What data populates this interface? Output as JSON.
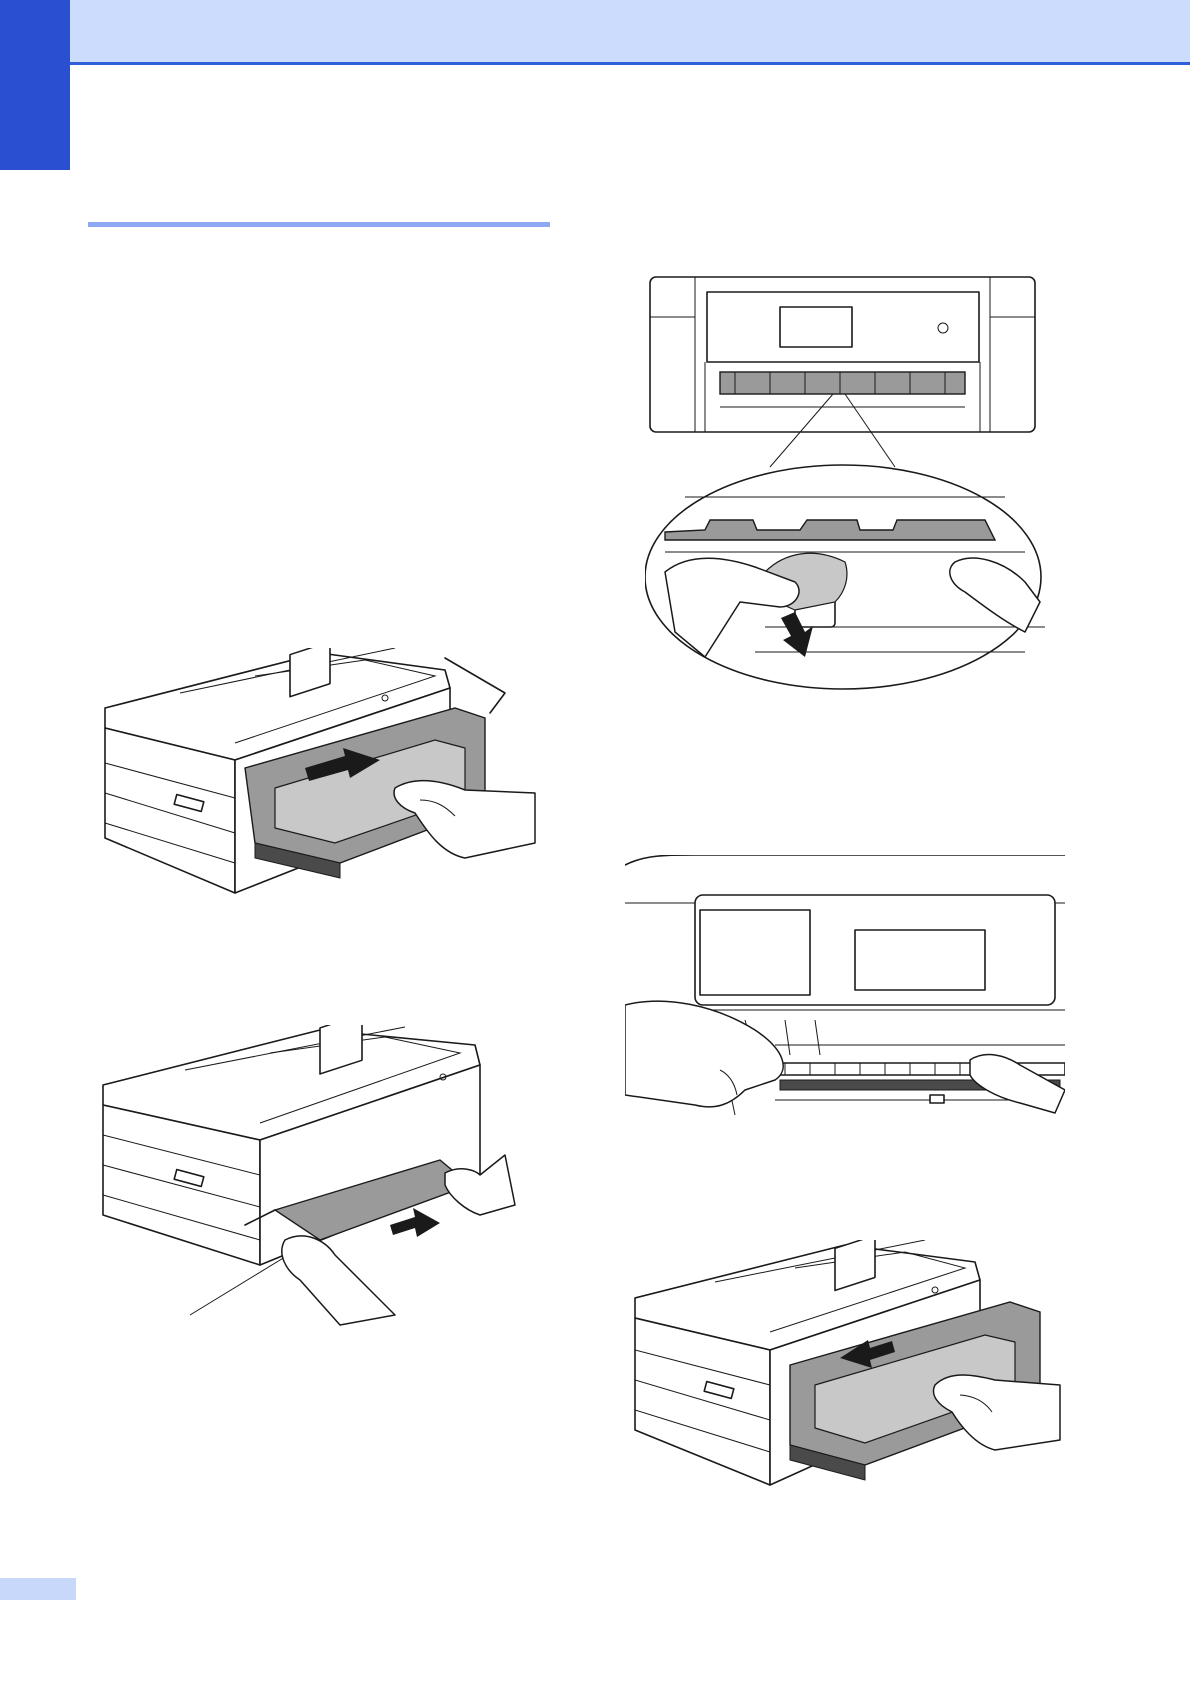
{
  "page": {
    "header_color": "#ccdcfd",
    "accent_color": "#2b4fd1",
    "rule_color": "#8fa8f4"
  },
  "figures": [
    {
      "name": "pull-out-paper-tray",
      "icon": "printer-tray-out-illustration"
    },
    {
      "name": "remove-jammed-paper-front",
      "icon": "printer-paper-jam-illustration"
    },
    {
      "name": "inside-front-opening-detail",
      "icon": "jam-clearing-magnified-illustration"
    },
    {
      "name": "check-rollers-inside",
      "icon": "rollers-inspection-illustration"
    },
    {
      "name": "push-paper-tray-in",
      "icon": "printer-tray-in-illustration"
    }
  ]
}
